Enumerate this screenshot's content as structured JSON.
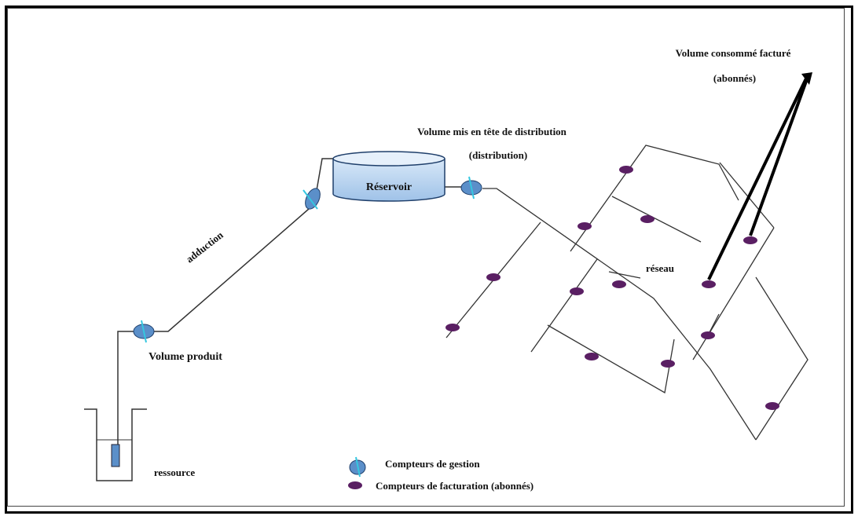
{
  "labels": {
    "volume_consomme": "Volume consommé facturé",
    "abonnes": "(abonnés)",
    "volume_tete": "Volume  mis en tête de distribution",
    "distribution": "(distribution)",
    "reservoir": "Réservoir",
    "adduction": "adduction",
    "reseau": "réseau",
    "volume_produit": "Volume produit",
    "ressource": "ressource"
  },
  "legend": {
    "gestion": "Compteurs  de gestion",
    "facturation": "Compteurs  de  facturation (abonnés)"
  },
  "colors": {
    "gestion_meter": "#5b8fc9",
    "billing_meter": "#5a1f63",
    "reservoir_fill": "#bcd7f2",
    "pipe": "#333333",
    "arrow": "#000000"
  }
}
